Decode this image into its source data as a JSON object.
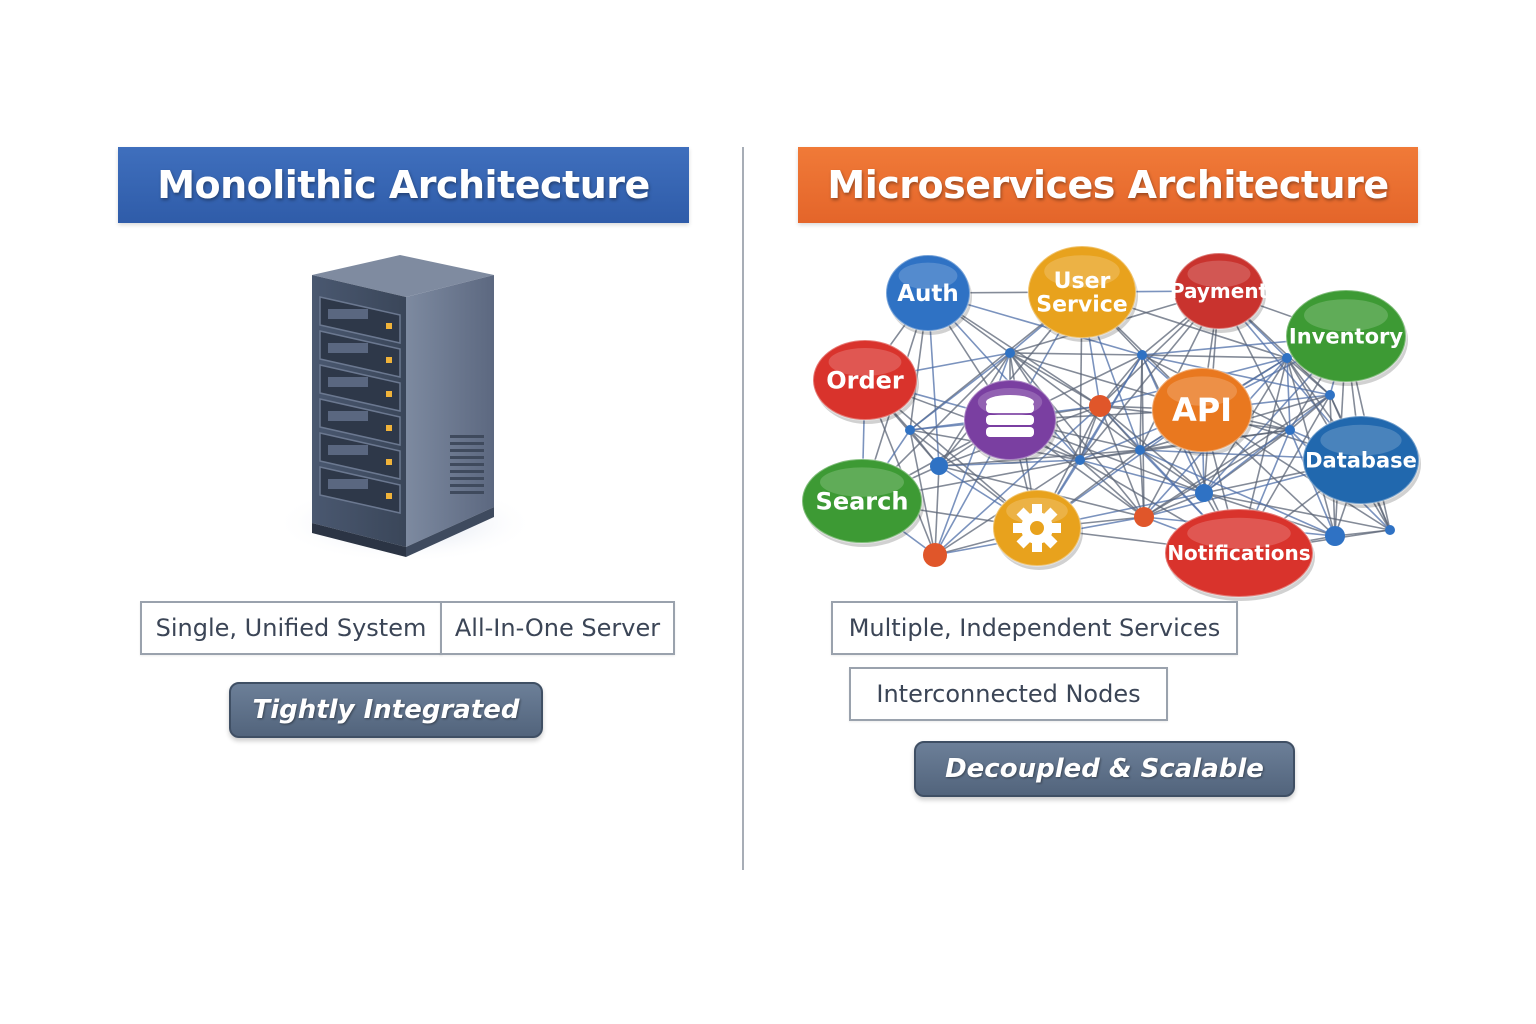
{
  "left": {
    "title": "Monolithic Architecture",
    "banner_color": "#3464b2",
    "labels": [
      "Single, Unified System",
      "All-In-One Server"
    ],
    "pill": "Tightly Integrated"
  },
  "right": {
    "title": "Microservices Architecture",
    "banner_color": "#ea6d2f",
    "nodes": [
      {
        "id": "auth",
        "label": "Auth",
        "color": "#2f72c4"
      },
      {
        "id": "user",
        "label": "User Service",
        "color": "#e8a21d"
      },
      {
        "id": "payment",
        "label": "Payment",
        "color": "#c9332e"
      },
      {
        "id": "inventory",
        "label": "Inventory",
        "color": "#3d9a34"
      },
      {
        "id": "order",
        "label": "Order",
        "color": "#d9332c"
      },
      {
        "id": "db-icon",
        "label": "",
        "color": "#7a3fa1",
        "icon": "database-icon"
      },
      {
        "id": "api",
        "label": "API",
        "color": "#e9781f"
      },
      {
        "id": "database",
        "label": "Database",
        "color": "#2168ae"
      },
      {
        "id": "search",
        "label": "Search",
        "color": "#3d9a34"
      },
      {
        "id": "gear",
        "label": "",
        "color": "#e8a21d",
        "icon": "gear-icon"
      },
      {
        "id": "notifications",
        "label": "Notifications",
        "color": "#d9332c"
      }
    ],
    "labels": [
      "Multiple, Independent Services",
      "Interconnected Nodes"
    ],
    "pill": "Decoupled & Scalable"
  }
}
